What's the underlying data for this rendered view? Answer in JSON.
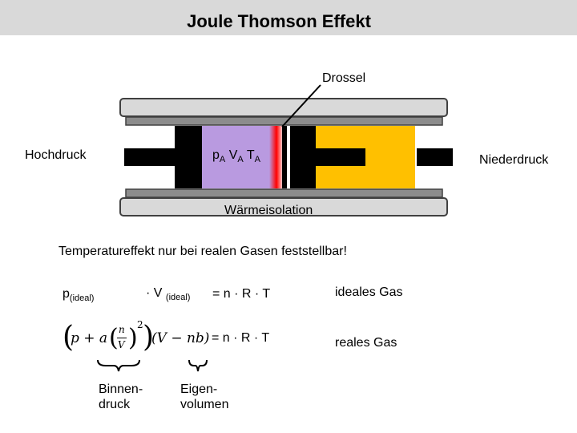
{
  "title": "Joule Thomson Effekt",
  "diagram": {
    "drossel": "Drossel",
    "hochdruck": "Hochdruck",
    "niederdruck": "Niederdruck",
    "waermeisolation": "Wärmeisolation",
    "gas_label": {
      "p": "p",
      "v": "V",
      "t": "T",
      "sub": "A"
    }
  },
  "statement": "Temperatureffekt nur bei realen Gasen feststellbar!",
  "ideal_eq": {
    "p": "p",
    "p_sub": "(ideal)",
    "v": "· V",
    "v_sub": "(ideal)",
    "rhs": "= n · R · T",
    "label": "ideales Gas"
  },
  "real_eq": {
    "open": "(",
    "p_a": "p + a",
    "n": "n",
    "v": "V",
    "exp": "2",
    "close": ")",
    "vnb": "(V − nb)",
    "rhs": "= n · R · T",
    "label": "reales Gas"
  },
  "annotations": {
    "binnen_1": "Binnen-",
    "binnen_2": "druck",
    "eigen_1": "Eigen-",
    "eigen_2": "volumen"
  },
  "colors": {
    "gas_left": "#b99ae0",
    "gas_right": "#ffc000",
    "throttle": "#ff0000",
    "wall": "#d9d9d9"
  }
}
